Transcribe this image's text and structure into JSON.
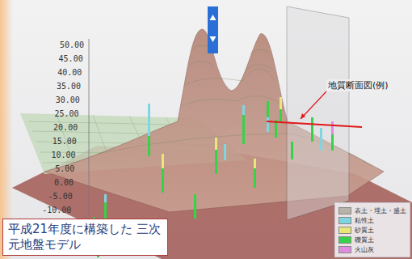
{
  "diagram": {
    "nodes": [
      {
        "text": [
          "平成21年度に構築した 三次元地盤モデル"
        ]
      }
    ],
    "labels": [
      "50.00",
      "45.00",
      "40.00",
      "35.00",
      "30.00",
      "25.00",
      "20.00",
      "15.00",
      "10.00",
      "5.00",
      "0.00",
      "-5.00",
      "-10.00",
      "地質断面図(例)"
    ],
    "legend": [
      {
        "text": "表土・埋土・盛土",
        "color": "#b9b2aa"
      },
      {
        "text": "粘性土",
        "color": "#7fd6e0"
      },
      {
        "text": "砂質土",
        "color": "#e8e87a"
      },
      {
        "text": "礫質土",
        "color": "#38d24a"
      },
      {
        "text": "火山灰",
        "color": "#e08ae0"
      }
    ]
  }
}
